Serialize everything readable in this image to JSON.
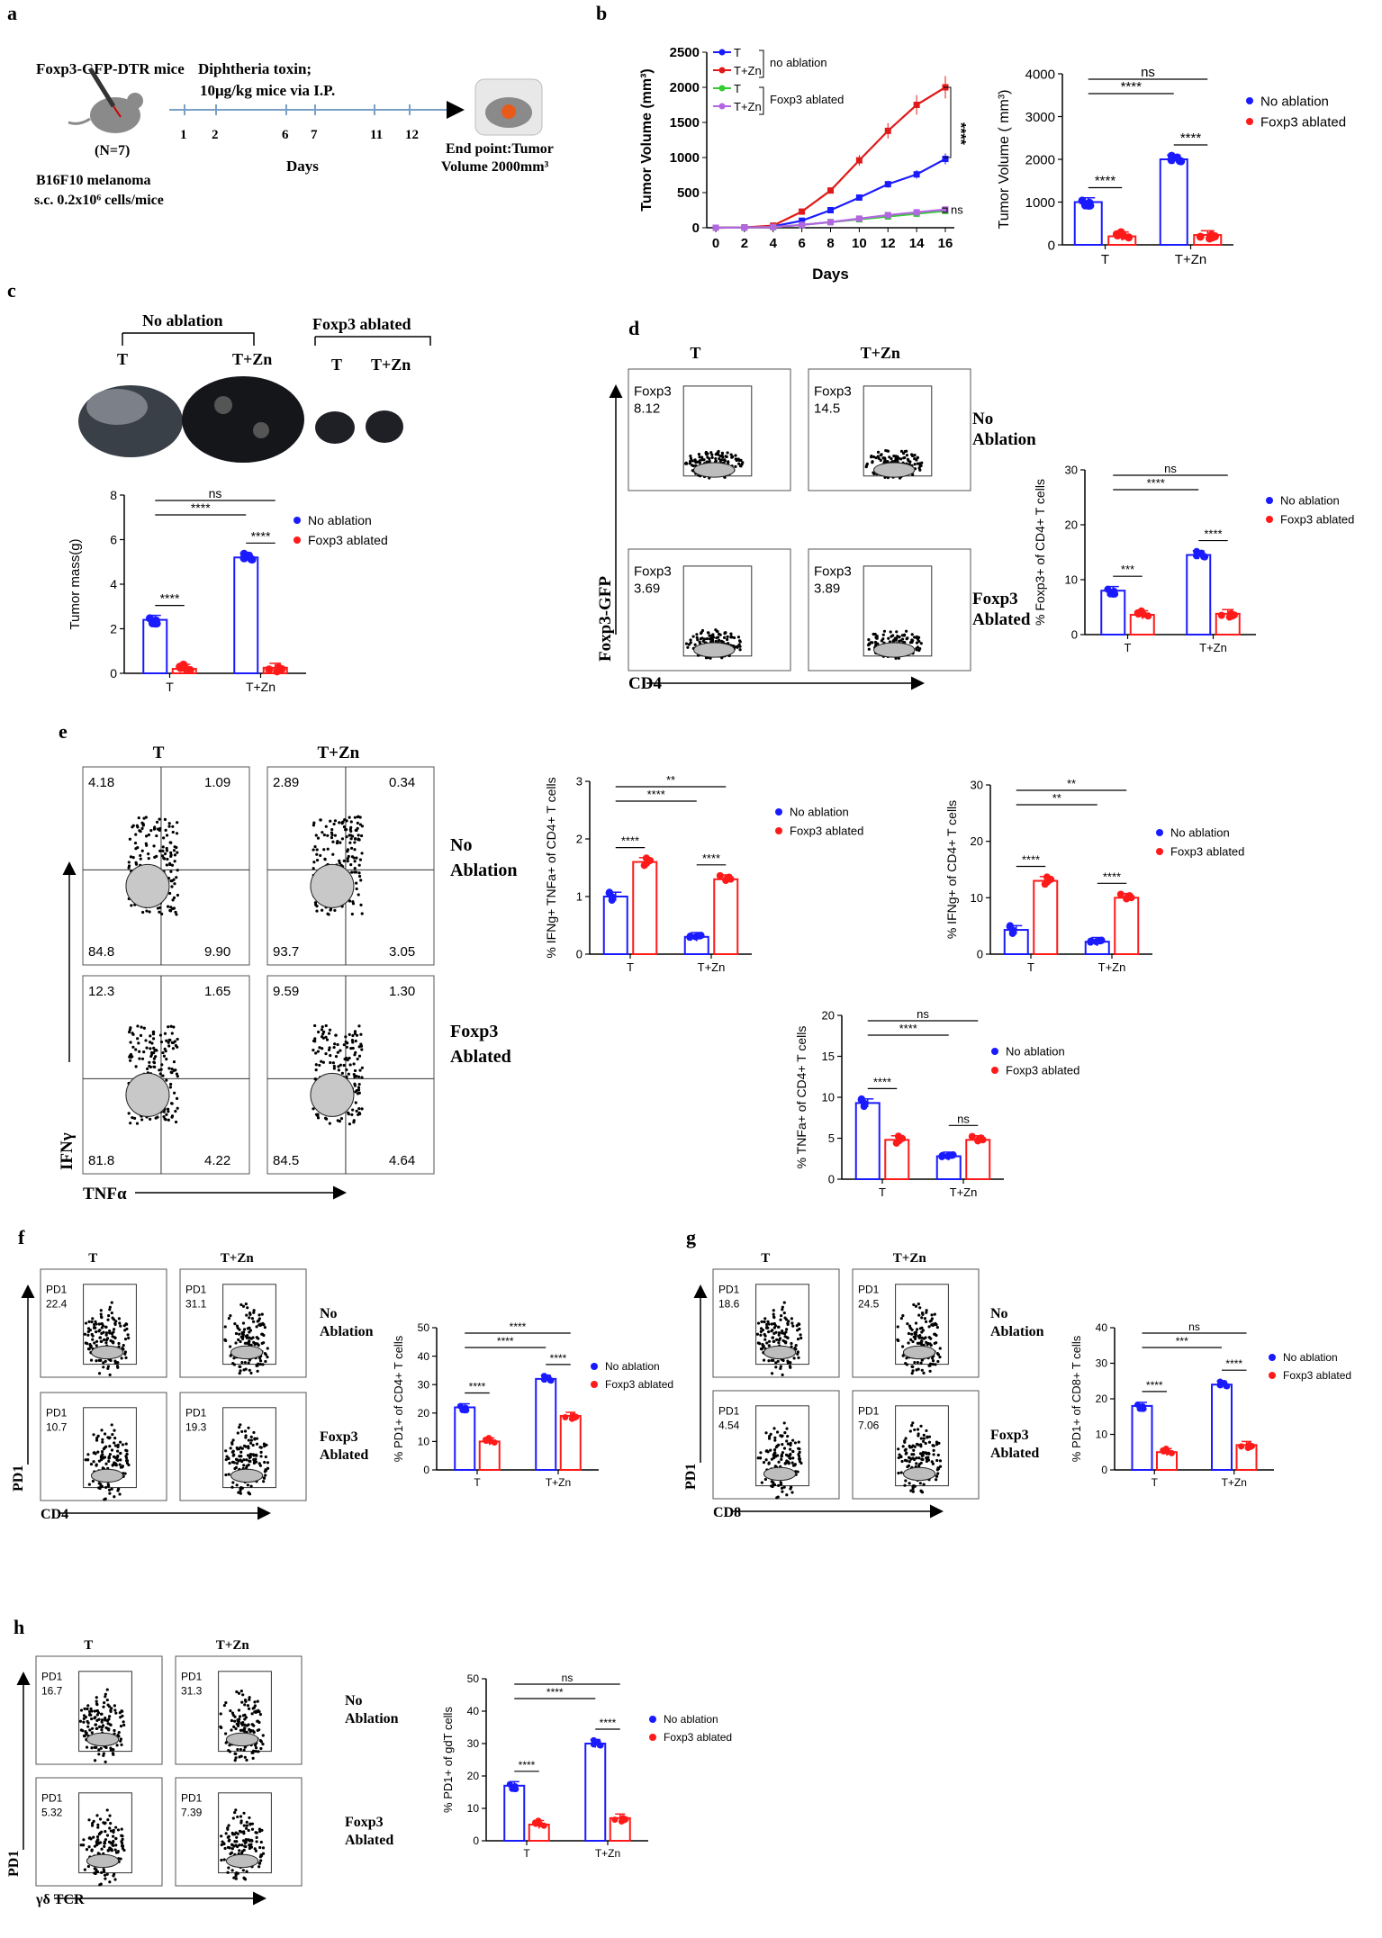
{
  "figure": {
    "panel_letters": [
      "a",
      "b",
      "c",
      "d",
      "e",
      "f",
      "g",
      "h"
    ],
    "colors": {
      "no_ablation": "#1a1aff",
      "foxp3_ablated": "#ff1a1a",
      "t_line": "#1a1aff",
      "tzn_line": "#e01a1a",
      "t_abl_line": "#33cc33",
      "tzn_abl_line": "#b266e0"
    },
    "schematic": {
      "mice_label": "Foxp3-GFP-DTR mice",
      "n_label": "(N=7)",
      "toxin_line1": "Diphtheria  toxin;",
      "toxin_line2": "10μg/kg mice via I.P.",
      "day_ticks": [
        "1",
        "2",
        "6",
        "7",
        "11",
        "12"
      ],
      "days_label": "Days",
      "tumor_line1": "B16F10 melanoma",
      "tumor_line2": "s.c. 0.2x10⁶ cells/mice",
      "endpoint_line1": "End point:Tumor",
      "endpoint_line2": "Volume 2000mm³"
    },
    "tumor_photo": {
      "group_no_ablation": "No ablation",
      "group_foxp3": "Foxp3 ablated",
      "labels": [
        "T",
        "T+Zn",
        "T",
        "T+Zn"
      ]
    },
    "flow": {
      "col_T": "T",
      "col_TZn": "T+Zn",
      "row_no_1": "No",
      "row_no_2": "Ablation",
      "row_fx_1": "Foxp3",
      "row_fx_2": "Ablated",
      "gate_label": "Foxp3",
      "pd1_label": "PD1",
      "d_values": [
        "8.12",
        "14.5",
        "3.69",
        "3.89"
      ],
      "d_yaxis": "Foxp3-GFP",
      "d_xaxis": "CD4",
      "e_quads": [
        [
          "4.18",
          "1.09",
          "84.8",
          "9.90"
        ],
        [
          "2.89",
          "0.34",
          "93.7",
          "3.05"
        ],
        [
          "12.3",
          "1.65",
          "81.8",
          "4.22"
        ],
        [
          "9.59",
          "1.30",
          "84.5",
          "4.64"
        ]
      ],
      "e_yaxis": "IFNγ",
      "e_xaxis": "TNFα",
      "f_values": [
        "22.4",
        "31.1",
        "10.7",
        "19.3"
      ],
      "f_xaxis": "CD4",
      "g_values": [
        "18.6",
        "24.5",
        "4.54",
        "7.06"
      ],
      "g_xaxis": "CD8",
      "h_values": [
        "16.7",
        "31.3",
        "5.32",
        "7.39"
      ],
      "h_xaxis": "γδ TCR"
    }
  },
  "chart_data": [
    {
      "id": "b-line",
      "type": "line",
      "xlabel": "Days",
      "ylabel": "Tumor Volume (mm³)",
      "x": [
        0,
        2,
        4,
        6,
        8,
        10,
        12,
        14,
        16
      ],
      "ylim": [
        0,
        2500
      ],
      "yticks": [
        0,
        500,
        1000,
        1500,
        2000,
        2500
      ],
      "series": [
        {
          "name": "T",
          "values": [
            0,
            5,
            20,
            100,
            250,
            430,
            620,
            760,
            980
          ]
        },
        {
          "name": "T+Zn",
          "values": [
            0,
            5,
            30,
            230,
            530,
            960,
            1380,
            1750,
            2000
          ]
        },
        {
          "name": "T",
          "values": [
            0,
            3,
            10,
            40,
            80,
            120,
            160,
            200,
            240
          ]
        },
        {
          "name": "T+Zn",
          "values": [
            0,
            3,
            10,
            40,
            80,
            130,
            180,
            220,
            260
          ]
        }
      ],
      "bracket_labels": [
        "no ablation",
        "Foxp3 ablated"
      ],
      "sig": [
        "****",
        "ns"
      ]
    },
    {
      "id": "b-bar",
      "type": "bar",
      "ylabel": "Tumor Volume ( mm³)",
      "categories": [
        "T",
        "T+Zn"
      ],
      "ylim": [
        0,
        4000
      ],
      "yticks": [
        0,
        1000,
        2000,
        3000,
        4000
      ],
      "series": [
        {
          "name": "No ablation",
          "values": [
            1000,
            2000
          ]
        },
        {
          "name": "Foxp3 ablated",
          "values": [
            200,
            230
          ]
        }
      ],
      "sig": [
        "****",
        "****",
        "****",
        "ns"
      ]
    },
    {
      "id": "c-bar",
      "type": "bar",
      "ylabel": "Tumor mass(g)",
      "categories": [
        "T",
        "T+Zn"
      ],
      "ylim": [
        0,
        8
      ],
      "yticks": [
        0,
        2,
        4,
        6,
        8
      ],
      "series": [
        {
          "name": "No ablation",
          "values": [
            2.4,
            5.2
          ]
        },
        {
          "name": "Foxp3 ablated",
          "values": [
            0.2,
            0.25
          ]
        }
      ],
      "sig": [
        "****",
        "****",
        "****",
        "ns"
      ]
    },
    {
      "id": "d-bar",
      "type": "bar",
      "ylabel": "% Foxp3+ of CD4+ T cells",
      "categories": [
        "T",
        "T+Zn"
      ],
      "ylim": [
        0,
        30
      ],
      "yticks": [
        0,
        10,
        20,
        30
      ],
      "series": [
        {
          "name": "No ablation",
          "values": [
            8,
            14.5
          ]
        },
        {
          "name": "Foxp3 ablated",
          "values": [
            3.6,
            3.8
          ]
        }
      ],
      "sig": [
        "***",
        "****",
        "****",
        "ns"
      ]
    },
    {
      "id": "e-bar1",
      "type": "bar",
      "ylabel": "% IFNg+ TNFa+ of CD4+ T cells",
      "categories": [
        "T",
        "T+Zn"
      ],
      "ylim": [
        0,
        3
      ],
      "yticks": [
        0,
        1,
        2,
        3
      ],
      "series": [
        {
          "name": "No ablation",
          "values": [
            1.0,
            0.3
          ]
        },
        {
          "name": "Foxp3 ablated",
          "values": [
            1.6,
            1.3
          ]
        }
      ],
      "sig": [
        "****",
        "****",
        "****",
        "**"
      ]
    },
    {
      "id": "e-bar2",
      "type": "bar",
      "ylabel": "% IFNg+ of CD4+ T cells",
      "categories": [
        "T",
        "T+Zn"
      ],
      "ylim": [
        0,
        30
      ],
      "yticks": [
        0,
        10,
        20,
        30
      ],
      "series": [
        {
          "name": "No ablation",
          "values": [
            4.3,
            2.2
          ]
        },
        {
          "name": "Foxp3 ablated",
          "values": [
            13,
            10
          ]
        }
      ],
      "sig": [
        "****",
        "****",
        "**",
        "**"
      ]
    },
    {
      "id": "e-bar3",
      "type": "bar",
      "ylabel": "% TNFa+ of CD4+ T cells",
      "categories": [
        "T",
        "T+Zn"
      ],
      "ylim": [
        0,
        20
      ],
      "yticks": [
        0,
        5,
        10,
        15,
        20
      ],
      "series": [
        {
          "name": "No ablation",
          "values": [
            9.3,
            2.8
          ]
        },
        {
          "name": "Foxp3 ablated",
          "values": [
            4.8,
            4.8
          ]
        }
      ],
      "sig": [
        "****",
        "ns",
        "****",
        "ns"
      ]
    },
    {
      "id": "f-bar",
      "type": "bar",
      "ylabel": "% PD1+ of CD4+ T cells",
      "categories": [
        "T",
        "T+Zn"
      ],
      "ylim": [
        0,
        50
      ],
      "yticks": [
        0,
        10,
        20,
        30,
        40,
        50
      ],
      "series": [
        {
          "name": "No ablation",
          "values": [
            22,
            32
          ]
        },
        {
          "name": "Foxp3 ablated",
          "values": [
            10,
            19
          ]
        }
      ],
      "sig": [
        "****",
        "****",
        "****",
        "****"
      ]
    },
    {
      "id": "g-bar",
      "type": "bar",
      "ylabel": "% PD1+ of CD8+ T cells",
      "categories": [
        "T",
        "T+Zn"
      ],
      "ylim": [
        0,
        40
      ],
      "yticks": [
        0,
        10,
        20,
        30,
        40
      ],
      "series": [
        {
          "name": "No ablation",
          "values": [
            18,
            24
          ]
        },
        {
          "name": "Foxp3 ablated",
          "values": [
            5,
            7
          ]
        }
      ],
      "sig": [
        "****",
        "****",
        "***",
        "ns"
      ]
    },
    {
      "id": "h-bar",
      "type": "bar",
      "ylabel": "% PD1+ of gdT cells",
      "categories": [
        "T",
        "T+Zn"
      ],
      "ylim": [
        0,
        50
      ],
      "yticks": [
        0,
        10,
        20,
        30,
        40,
        50
      ],
      "series": [
        {
          "name": "No ablation",
          "values": [
            17,
            30
          ]
        },
        {
          "name": "Foxp3 ablated",
          "values": [
            5,
            7
          ]
        }
      ],
      "sig": [
        "****",
        "****",
        "****",
        "ns"
      ]
    }
  ]
}
